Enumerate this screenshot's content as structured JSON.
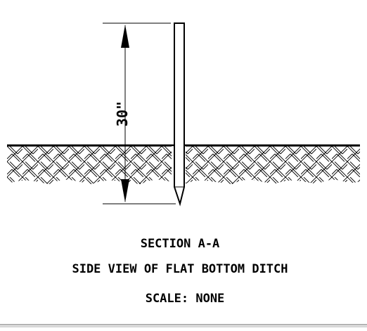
{
  "drawing": {
    "dimension_label": "30\"",
    "title_line1": "SECTION A-A",
    "title_line2": "SIDE VIEW OF FLAT BOTTOM DITCH",
    "title_line3": "SCALE: NONE"
  }
}
